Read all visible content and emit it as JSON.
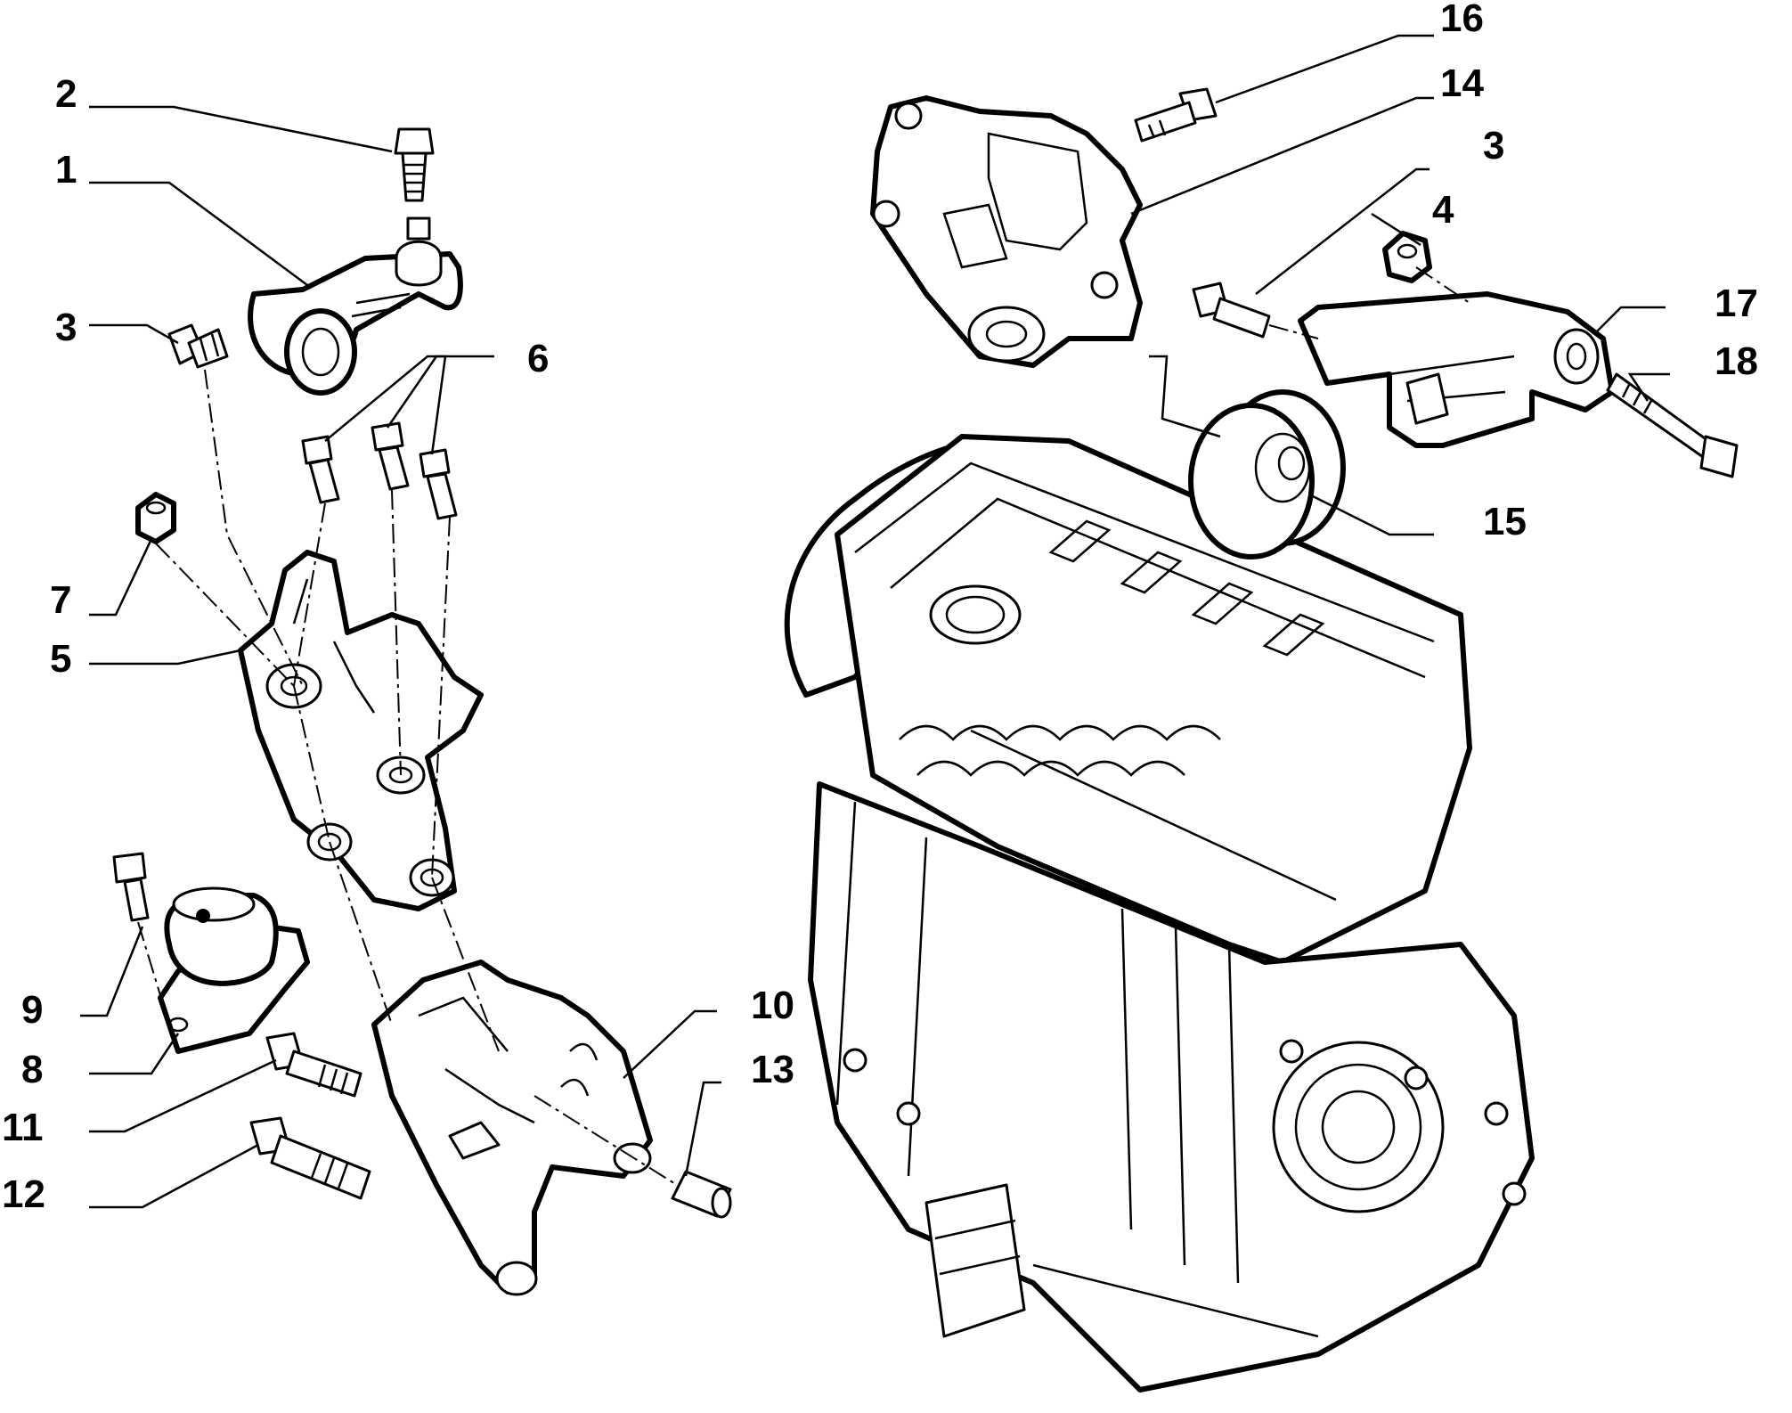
{
  "diagram": {
    "callouts": [
      {
        "id": "c1",
        "label": "1"
      },
      {
        "id": "c2",
        "label": "2"
      },
      {
        "id": "c3a",
        "label": "3"
      },
      {
        "id": "c3b",
        "label": "3"
      },
      {
        "id": "c4",
        "label": "4"
      },
      {
        "id": "c5",
        "label": "5"
      },
      {
        "id": "c6",
        "label": "6"
      },
      {
        "id": "c7",
        "label": "7"
      },
      {
        "id": "c8",
        "label": "8"
      },
      {
        "id": "c9",
        "label": "9"
      },
      {
        "id": "c10",
        "label": "10"
      },
      {
        "id": "c11",
        "label": "11"
      },
      {
        "id": "c12",
        "label": "12"
      },
      {
        "id": "c13",
        "label": "13"
      },
      {
        "id": "c14",
        "label": "14"
      },
      {
        "id": "c15",
        "label": "15"
      },
      {
        "id": "c16",
        "label": "16"
      },
      {
        "id": "c17",
        "label": "17"
      },
      {
        "id": "c18",
        "label": "18"
      }
    ]
  }
}
